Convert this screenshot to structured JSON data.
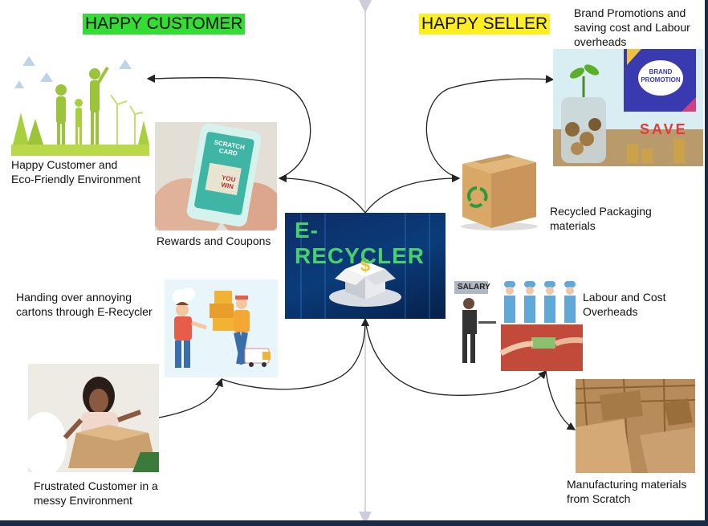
{
  "headers": {
    "customer": "HAPPY CUSTOMER",
    "seller": "HAPPY SELLER"
  },
  "center": {
    "title": "E-RECYCLER"
  },
  "customer_side": {
    "eco": [
      "Happy Customer and",
      "Eco-Friendly Environment"
    ],
    "rewards": "Rewards and Coupons",
    "handing": [
      "Handing over annoying",
      "cartons through E-Recycler"
    ],
    "frustrated": [
      "Frustrated Customer in a",
      "messy Environment"
    ]
  },
  "seller_side": {
    "brand": [
      "Brand Promotions and",
      "saving cost and Labour",
      "overheads"
    ],
    "recycled": [
      "Recycled Packaging",
      "materials"
    ],
    "labour": [
      "Labour and Cost",
      "Overheads"
    ],
    "manufacturing": [
      "Manufacturing materials",
      "from Scratch"
    ]
  },
  "image_text": {
    "scratch_card": "SCRATCH CARD",
    "you_win": "YOU WIN",
    "brand_promotion": "BRAND PROMOTION",
    "save": "SAVE",
    "salary": "SALARY"
  },
  "colors": {
    "customer_header": "#33dd33",
    "seller_header": "#ffee22",
    "center_title": "#4ad06a",
    "arrow": "#222222"
  }
}
